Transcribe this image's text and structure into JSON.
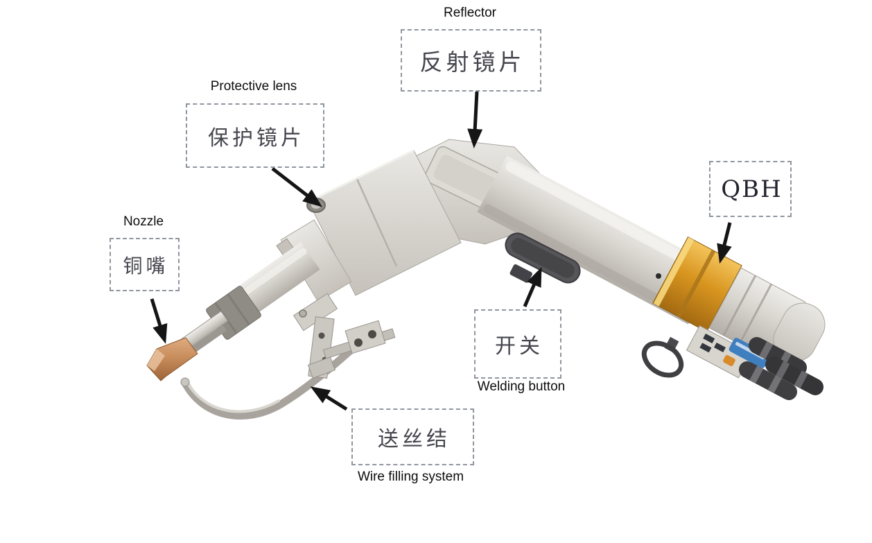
{
  "labels": {
    "reflector": {
      "en": "Reflector",
      "zh": "反射镜片"
    },
    "protective_lens": {
      "en": "Protective lens",
      "zh": "保护镜片"
    },
    "nozzle": {
      "en": "Nozzle",
      "zh": "铜嘴"
    },
    "qbh": {
      "en": "QBH"
    },
    "welding_button": {
      "en": "Welding button",
      "zh": "开关"
    },
    "wire_filling": {
      "en": "Wire filling system",
      "zh": "送丝结"
    }
  },
  "colors": {
    "arrow": "#151515",
    "copper": "#c08a5c",
    "gold_ring": "#d89a2e",
    "cable_blue": "#3f7fbf",
    "body_silver": "#d6d3cd",
    "trigger_dark": "#56565a"
  }
}
